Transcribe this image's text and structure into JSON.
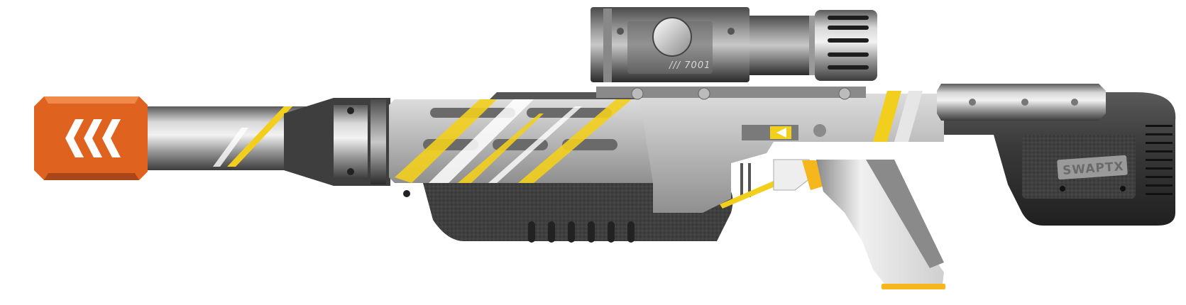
{
  "image": {
    "subject": "toy blaster rifle illustration",
    "background": "#ffffff"
  },
  "scope": {
    "model_label": "/// 7001",
    "adjust_symbols": [
      "▲",
      "+",
      "−",
      "▼"
    ]
  },
  "stock": {
    "brand_label": "SWAPTX"
  },
  "colors": {
    "muzzle_orange": "#e0621f",
    "accent_yellow": "#f2cf1d",
    "trigger_yellow": "#f5b71c",
    "body_gray": "#a9a9a9",
    "dark_gray": "#3a3a3a",
    "light_gray": "#d9d9d9"
  }
}
